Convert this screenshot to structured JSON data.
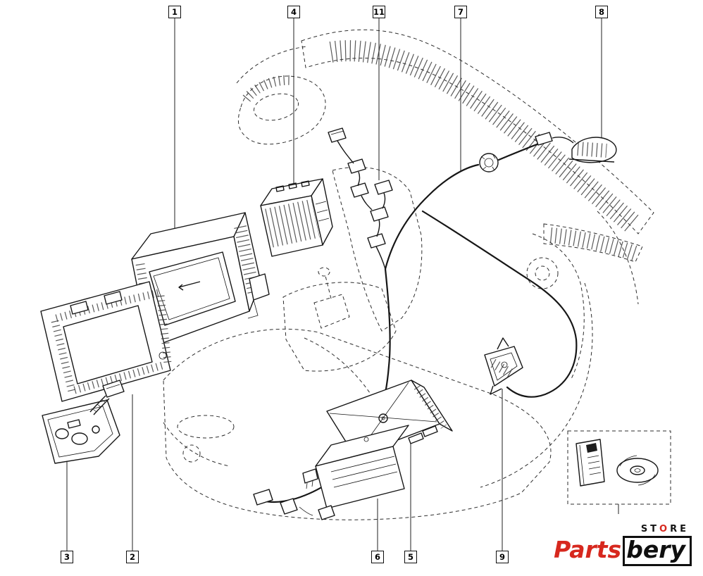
{
  "callouts": {
    "top": [
      {
        "label": "1"
      },
      {
        "label": "4"
      },
      {
        "label": "11"
      },
      {
        "label": "7"
      },
      {
        "label": "8"
      }
    ],
    "bottom": [
      {
        "label": "3"
      },
      {
        "label": "2"
      },
      {
        "label": "6"
      },
      {
        "label": "5"
      },
      {
        "label": "9"
      }
    ]
  },
  "logo": {
    "store_prefix": "ST",
    "store_o": "O",
    "store_suffix": "RE",
    "brand_red": "Parts",
    "brand_dark": "bery"
  },
  "colors": {
    "line": "#161616",
    "accent_red": "#d7281e",
    "background": "#ffffff"
  }
}
